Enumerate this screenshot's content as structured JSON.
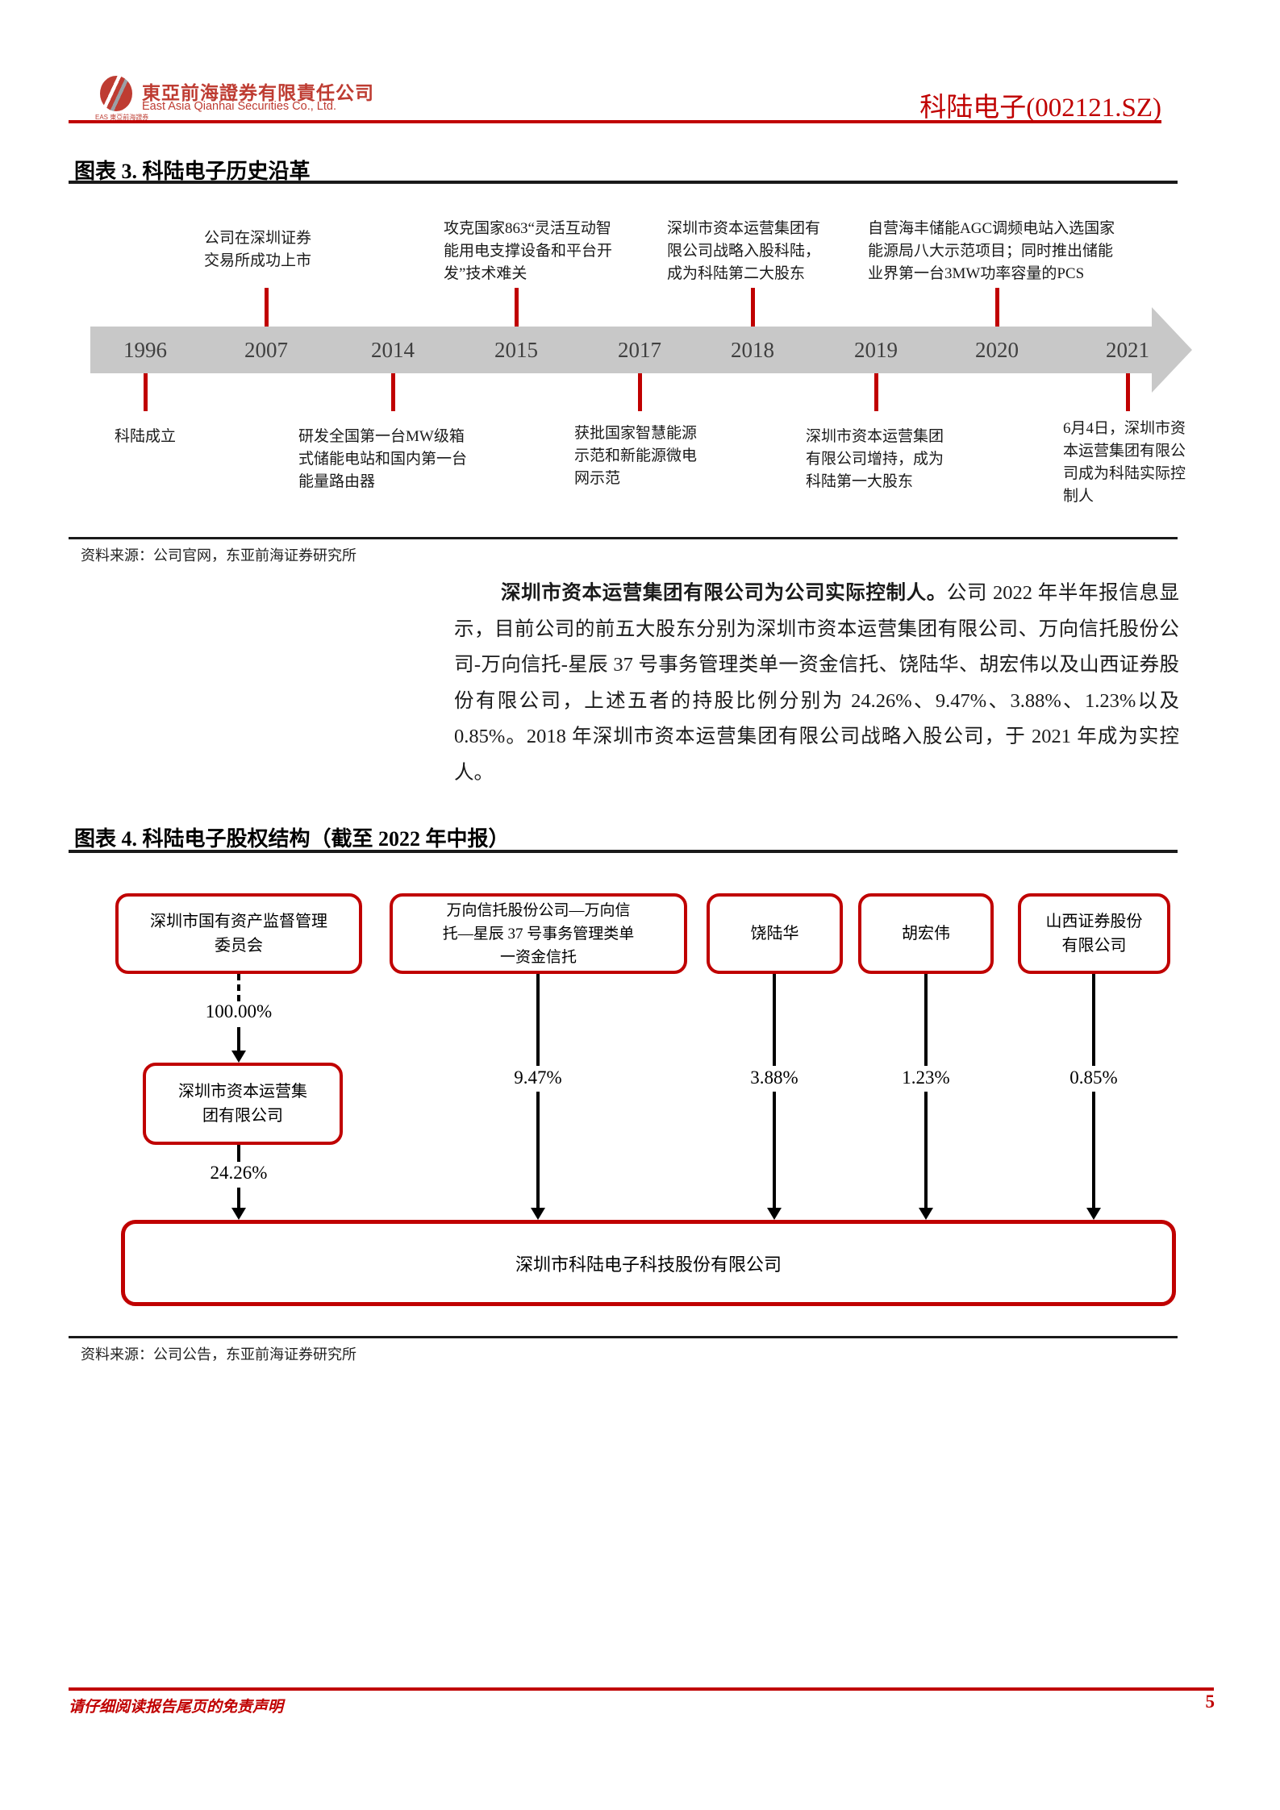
{
  "header": {
    "logo_caption": "EAS 東亞前海證券",
    "company_cn": "東亞前海證券有限責任公司",
    "company_en": "East Asia Qianhai Securities Co., Ltd.",
    "stock_title": "科陆电子(002121.SZ)"
  },
  "colors": {
    "accent_red": "#C00000",
    "logo_red": "#BE3C32",
    "timeline_band_gray": "#C8C8C8"
  },
  "figure3": {
    "title": "图表 3.  科陆电子历史沿革",
    "source": "资料来源：公司官网，东亚前海证券研究所",
    "timeline": {
      "years": [
        "1996",
        "2007",
        "2014",
        "2015",
        "2017",
        "2018",
        "2019",
        "2020",
        "2021"
      ],
      "events_above": [
        {
          "year": "2007",
          "text": "公司在深圳证券\n交易所成功上市"
        },
        {
          "year": "2015",
          "text": "攻克国家863“灵活互动智\n能用电支撑设备和平台开\n发”技术难关"
        },
        {
          "year": "2018",
          "text": "深圳市资本运营集团有\n限公司战略入股科陆，\n成为科陆第二大股东"
        },
        {
          "year": "2020",
          "text": "自营海丰储能AGC调频电站入选国家\n能源局八大示范项目；同时推出储能\n业界第一台3MW功率容量的PCS"
        }
      ],
      "events_below": [
        {
          "year": "1996",
          "text": "科陆成立"
        },
        {
          "year": "2014",
          "text": "研发全国第一台MW级箱\n式储能电站和国内第一台\n能量路由器"
        },
        {
          "year": "2017",
          "text": "获批国家智慧能源\n示范和新能源微电\n网示范"
        },
        {
          "year": "2019",
          "text": "深圳市资本运营集团\n有限公司增持，成为\n科陆第一大股东"
        },
        {
          "year": "2021",
          "text": "6月4日，深圳市资\n本运营集团有限公\n司成为科陆实际控\n制人"
        }
      ]
    }
  },
  "paragraph": {
    "bold": "深圳市资本运营集团有限公司为公司实际控制人。",
    "rest": "公司 2022 年半年报信息显示，目前公司的前五大股东分别为深圳市资本运营集团有限公司、万向信托股份公司-万向信托-星辰 37 号事务管理类单一资金信托、饶陆华、胡宏伟以及山西证券股份有限公司，上述五者的持股比例分别为 24.26%、9.47%、3.88%、1.23%以及 0.85%。2018 年深圳市资本运营集团有限公司战略入股公司，于 2021 年成为实控人。"
  },
  "figure4": {
    "title": "图表 4.  科陆电子股权结构（截至 2022 年中报）",
    "source": "资料来源：公司公告，东亚前海证券研究所",
    "diagram": {
      "top_boxes": [
        "深圳市国有资产监督管理\n委员会",
        "万向信托股份公司—万向信\n托—星辰 37 号事务管理类单\n一资金信托",
        "饶陆华",
        "胡宏伟",
        "山西证券股份\n有限公司"
      ],
      "sasac_ownership_pct": "100.00%",
      "capital_group_box": "深圳市资本运营集\n团有限公司",
      "holding_pcts": [
        "24.26%",
        "9.47%",
        "3.88%",
        "1.23%",
        "0.85%"
      ],
      "target_company_box": "深圳市科陆电子科技股份有限公司"
    }
  },
  "footer": {
    "disclaimer": "请仔细阅读报告尾页的免责声明",
    "page": "5"
  }
}
